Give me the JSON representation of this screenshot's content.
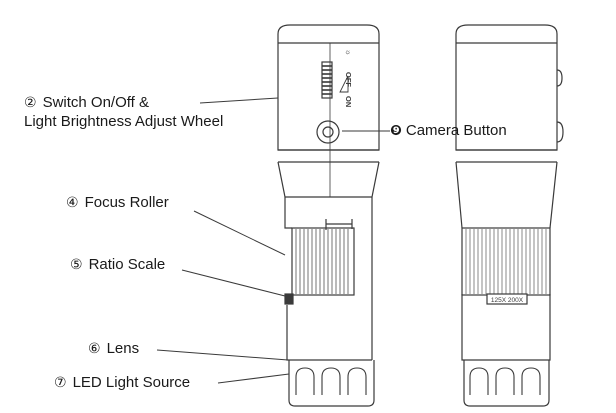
{
  "labels": {
    "switch": {
      "num": "②",
      "line1": "Switch On/Off &",
      "line2": "Light Brightness Adjust Wheel"
    },
    "camera": {
      "num": "❾",
      "text": "Camera Button"
    },
    "focus": {
      "num": "④",
      "text": "Focus Roller"
    },
    "ratio": {
      "num": "⑤",
      "text": "Ratio Scale"
    },
    "lens": {
      "num": "⑥",
      "text": "Lens"
    },
    "led": {
      "num": "⑦",
      "text": "LED Light Source"
    }
  },
  "device": {
    "switch_off": "OFF",
    "switch_on": "ON",
    "ratio_scale": "125X  200X"
  },
  "colors": {
    "outline": "#3a3a3a",
    "text": "#1a1a1a",
    "background": "#ffffff"
  }
}
